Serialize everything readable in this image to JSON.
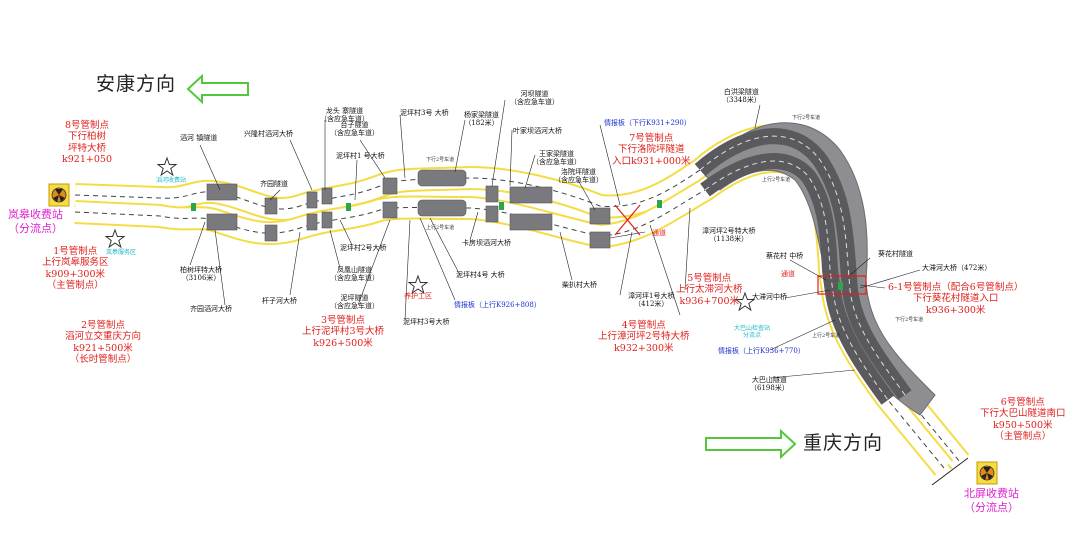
{
  "directions": {
    "west": "安康方向",
    "east": "重庆方向"
  },
  "stations": {
    "west": [
      "岚皋收费站",
      "（分流点）"
    ],
    "east": [
      "北屏收费站",
      "（分流点）"
    ]
  },
  "control_points": {
    "p8": [
      "8号管制点",
      "下行柏树",
      "坪特大桥",
      "k921+050"
    ],
    "p1": [
      "1号管制点",
      "上行岚皋服务区",
      "k909+300米",
      "（主管制点）"
    ],
    "p2": [
      "2号管制点",
      "滔河立交重庆方向",
      "k921+500米",
      "（长时管制点）"
    ],
    "p3": [
      "3号管制点",
      "上行泥坪村3号大桥",
      "k926+500米"
    ],
    "p7": [
      "7号管制点",
      "下行洛院坪隧道",
      "入口k931+000米"
    ],
    "p5": [
      "5号管制点",
      "上行太滞河大桥",
      "k936+700米"
    ],
    "p4": [
      "4号管制点",
      "上行漳河坪2号特大桥",
      "k932+300米"
    ],
    "p61": [
      "6-1号管制点（配合6号管制点）",
      "下行葵花村隧道入口",
      "k936+300米"
    ],
    "p6": [
      "6号管制点",
      "下行大巴山隧道南口",
      "k950+500米",
      "（主管制点）"
    ]
  },
  "structures": {
    "dangjing": "滔河 镇隧道",
    "bai_bridge": [
      "柏树坪特大桥",
      "（3106米）"
    ],
    "qiyuan_bridge": "齐园滔河大桥",
    "qiyuan_tunnel": "齐园隧道",
    "xinglong": "兴隆村滔河大桥",
    "shanzi": "杆子河大桥",
    "longtou": [
      "龙头 寨隧道",
      "（含应急车道）"
    ],
    "taizi": [
      "台子隧道",
      "（含应急车道）"
    ],
    "niping1": "泥坪村1 号大桥",
    "niping2": "泥坪村2号大桥",
    "fenghuang": [
      "凤凰山隧道",
      "（含应急车道）"
    ],
    "niping_tunnel": [
      "泥坪隧道",
      "（含应急车道）"
    ],
    "niping3a": "泥坪村3号 大桥",
    "niping3b": "泥坪村3号大桥",
    "niping4": "泥坪村4号 大桥",
    "yangjia": [
      "杨家梁隧道",
      "（182米）"
    ],
    "heba": [
      "河坝隧道",
      "（含应急车道）"
    ],
    "yejia": "叶家坝滔河大桥",
    "kaifang": "卡房坝滔河大桥",
    "wangjia": [
      "王家梁隧道",
      "（含应急车道）"
    ],
    "luoyuan": [
      "洛院坪隧道",
      "（含应急车道）"
    ],
    "chai": "柴扒村大桥",
    "zhanghe1": [
      "漳河坪1号大桥",
      "（412米）"
    ],
    "zhanghe2": [
      "漳河坪2号特大桥",
      "（1138米）"
    ],
    "baigong": [
      "白洪梁隧道",
      "（3348米）"
    ],
    "caihua": "蔡花村 中桥",
    "kuihua": "葵花村隧道",
    "dazhe": "大滞河大桥（472米）",
    "dazhe_mid": "大滞河中桥",
    "dabashan": [
      "大巴山隧道",
      "（6198米）"
    ]
  },
  "boards": {
    "b1": "情报板（下行K931+290）",
    "b2": "情报板（上行K926+808）",
    "b3": "情报板（上行K936+770）"
  },
  "tags": {
    "tongdao1": "通道",
    "tongdao2": "通道",
    "xiaxing": "下行2号车道",
    "shangxing": "上行2号车道"
  },
  "service": {
    "toll": "滔河收费站",
    "fuwu": "岚皋服务区",
    "yanghu": "养护工区",
    "dabajiancha": [
      "大巴山检查站",
      "分流点"
    ]
  }
}
